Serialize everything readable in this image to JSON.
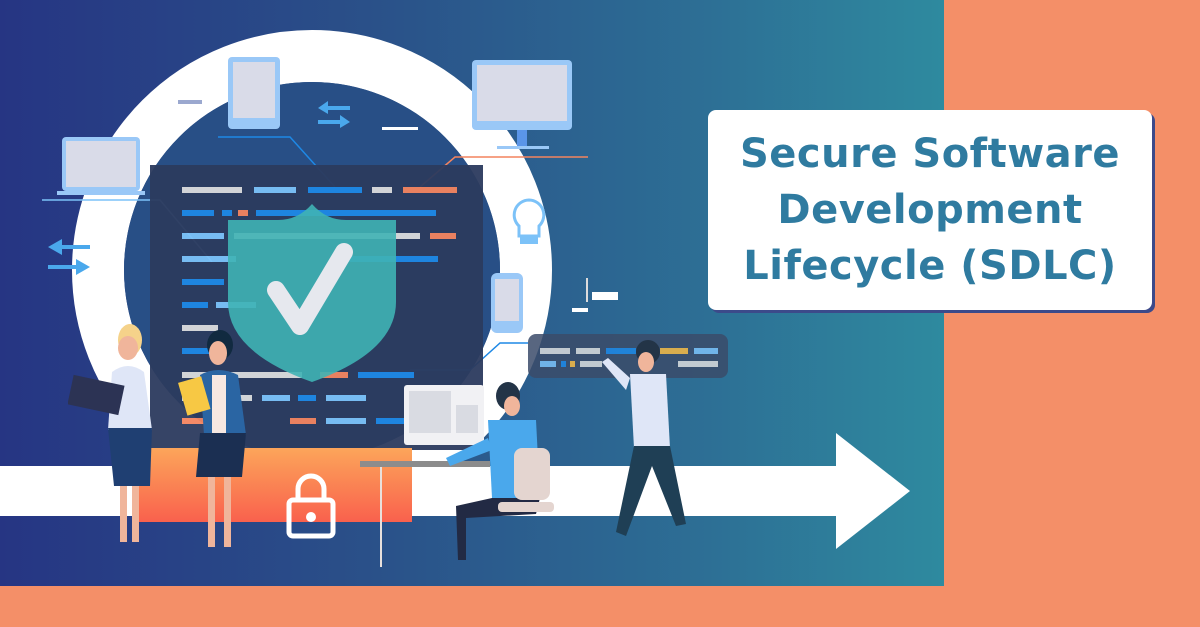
{
  "title": {
    "lines": [
      "Secure Software",
      "Development",
      "Lifecycle (SDLC)"
    ]
  },
  "colors": {
    "background_orange": "#F48F68",
    "panel_gradient_start": "#263583",
    "panel_gradient_end": "#2e8a9f",
    "title_text": "#2f7ba0",
    "shield": "#3fb3b5",
    "code_blue": "#1e88e5",
    "code_light_blue": "#7cc2f8",
    "code_orange": "#f4845f",
    "code_gray": "#dcdcdc"
  },
  "illustration": {
    "elements": [
      "cycle-ring",
      "code-screen",
      "shield-check",
      "padlock",
      "lightbulb",
      "laptop",
      "tablet",
      "monitor",
      "phone",
      "swap-arrows",
      "progress-arrow",
      "team-people",
      "desk-computer"
    ]
  }
}
